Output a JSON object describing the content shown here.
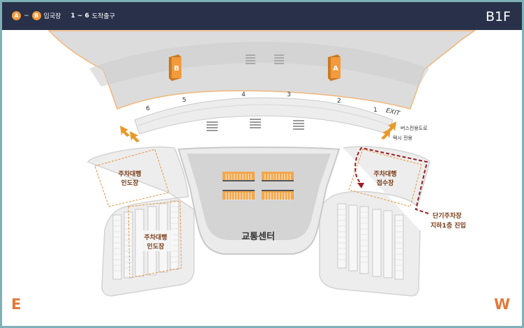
{
  "legend": {
    "gate_a": "A",
    "gate_b": "B",
    "tilde": "~",
    "departure_label": "입국장",
    "range": "1 ~ 6",
    "arrival_exit_label": "도착출구"
  },
  "floor": "B1F",
  "gates": {
    "b": "B",
    "a": "A"
  },
  "exits": [
    "6",
    "5",
    "4",
    "3",
    "2",
    "1"
  ],
  "exit_label": "EXIT",
  "bus_only_road": "버스전용도로",
  "taxi_only": "택시 전용",
  "valet_dropoff_left_top": [
    "주차대행",
    "인도장"
  ],
  "valet_dropoff_left_bottom": [
    "주차대행",
    "인도장"
  ],
  "valet_reception": [
    "주차대행",
    "접수장"
  ],
  "transport_center": "교통센터",
  "short_term_parking": [
    "단기주차장",
    "지하1층 진입"
  ],
  "compass": {
    "east": "E",
    "west": "W"
  },
  "colors": {
    "accent": "#f29a3c",
    "dark_red": "#9b1c24",
    "header": "#283149",
    "label_brown": "#7a3a16"
  }
}
